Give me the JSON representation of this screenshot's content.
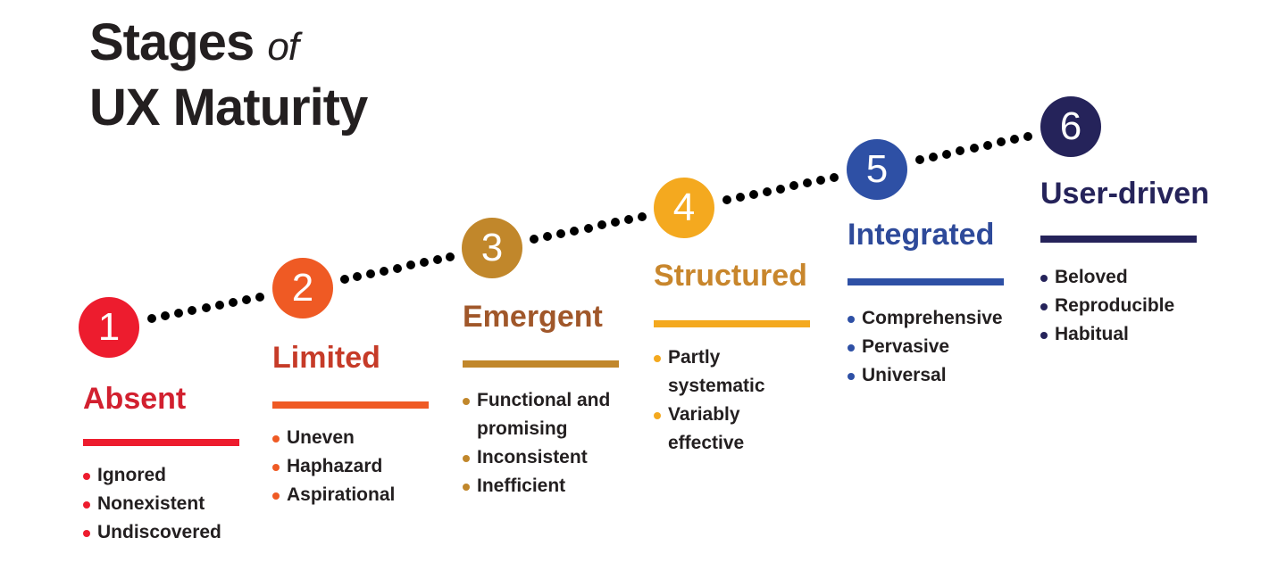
{
  "title": {
    "line1": "Stages",
    "of": "of",
    "line2": "UX Maturity"
  },
  "stages": [
    {
      "number": "1",
      "name": "Absent",
      "color": "#ed1c2e",
      "title_color": "#d2202f",
      "items": [
        "Ignored",
        "Nonexistent",
        "Undiscovered"
      ]
    },
    {
      "number": "2",
      "name": "Limited",
      "color": "#ef5a24",
      "title_color": "#c63b28",
      "items": [
        "Uneven",
        "Haphazard",
        "Aspirational"
      ]
    },
    {
      "number": "3",
      "name": "Emergent",
      "color": "#c1872b",
      "title_color": "#a0572a",
      "items": [
        "Functional and promising",
        "Inconsistent",
        "Inefficient"
      ]
    },
    {
      "number": "4",
      "name": "Structured",
      "color": "#f4a91f",
      "title_color": "#c8862c",
      "items": [
        "Partly systematic",
        "Variably effective"
      ]
    },
    {
      "number": "5",
      "name": "Integrated",
      "color": "#2e50a5",
      "title_color": "#2e4a9a",
      "items": [
        "Comprehensive",
        "Pervasive",
        "Universal"
      ]
    },
    {
      "number": "6",
      "name": "User-driven",
      "color": "#25235a",
      "title_color": "#25235a",
      "items": [
        "Beloved",
        "Reproducible",
        "Habitual"
      ]
    }
  ]
}
